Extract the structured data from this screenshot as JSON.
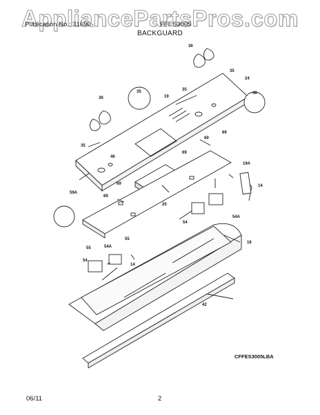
{
  "header": {
    "left": "Publication No.: 31690",
    "right": "FFES3005",
    "section": "BACKGUARD",
    "watermark": "AppliancePartsPros.com"
  },
  "footer": {
    "date": "06/11",
    "page": "2",
    "code": "CFFES3005LBA"
  },
  "callouts": [
    "36",
    "35",
    "24",
    "46",
    "35",
    "19",
    "36",
    "35",
    "46",
    "69",
    "69",
    "69",
    "19A",
    "59A",
    "69",
    "14",
    "20",
    "54A",
    "69",
    "54",
    "55",
    "55",
    "54A",
    "16",
    "54",
    "14",
    "42"
  ]
}
